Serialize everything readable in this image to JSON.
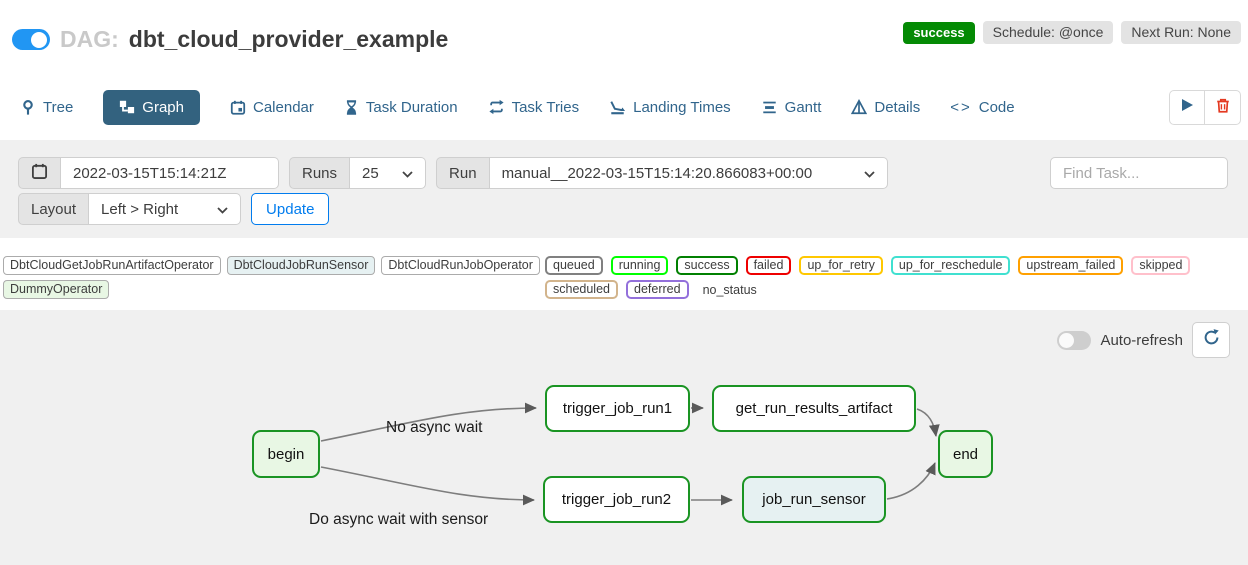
{
  "header": {
    "dag_prefix": "DAG:",
    "dag_id": "dbt_cloud_provider_example",
    "toggle_on": true,
    "badges": {
      "status": "success",
      "schedule": "Schedule: @once",
      "next_run": "Next Run: None"
    },
    "colors": {
      "status_badge": "#048a04",
      "toggle": "#2196f3"
    }
  },
  "tabs": [
    {
      "label": "Tree",
      "icon": "tree-icon",
      "active": false
    },
    {
      "label": "Graph",
      "icon": "graph-icon",
      "active": true
    },
    {
      "label": "Calendar",
      "icon": "calendar-icon",
      "active": false
    },
    {
      "label": "Task Duration",
      "icon": "hourglass-icon",
      "active": false
    },
    {
      "label": "Task Tries",
      "icon": "repeat-icon",
      "active": false
    },
    {
      "label": "Landing Times",
      "icon": "landing-icon",
      "active": false
    },
    {
      "label": "Gantt",
      "icon": "gantt-icon",
      "active": false
    },
    {
      "label": "Details",
      "icon": "details-icon",
      "active": false
    },
    {
      "label": "Code",
      "icon": "code-icon",
      "active": false
    }
  ],
  "filters": {
    "base_date_value": "2022-03-15T15:14:21Z",
    "runs_label": "Runs",
    "runs_value": "25",
    "run_label": "Run",
    "run_value": "manual__2022-03-15T15:14:20.866083+00:00",
    "find_task_placeholder": "Find Task...",
    "layout_label": "Layout",
    "layout_value": "Left > Right",
    "update_button": "Update",
    "accent": "#017cee"
  },
  "legend": {
    "operators": [
      {
        "label": "DbtCloudGetJobRunArtifactOperator",
        "fill": "#ffffff"
      },
      {
        "label": "DbtCloudJobRunSensor",
        "fill": "#e6f1f2"
      },
      {
        "label": "DbtCloudRunJobOperator",
        "fill": "#ffffff"
      },
      {
        "label": "DummyOperator",
        "fill": "#e8f7e4"
      }
    ],
    "statuses": [
      {
        "label": "queued",
        "color": "#808080"
      },
      {
        "label": "running",
        "color": "#00ff00"
      },
      {
        "label": "success",
        "color": "#018101"
      },
      {
        "label": "failed",
        "color": "#ee0000"
      },
      {
        "label": "up_for_retry",
        "color": "#ffc800"
      },
      {
        "label": "up_for_reschedule",
        "color": "#40e0d0"
      },
      {
        "label": "upstream_failed",
        "color": "#ffa000"
      },
      {
        "label": "skipped",
        "color": "#ffc0cb"
      },
      {
        "label": "scheduled",
        "color": "#d2b48c"
      },
      {
        "label": "deferred",
        "color": "#9370db"
      },
      {
        "label": "no_status",
        "color": "transparent"
      }
    ]
  },
  "graph": {
    "auto_refresh_label": "Auto-refresh",
    "auto_refresh_on": false,
    "node_border": "#1a9423",
    "nodes": [
      {
        "id": "begin",
        "label": "begin",
        "fill": "#e8f7e4"
      },
      {
        "id": "trigger_job_run1",
        "label": "trigger_job_run1",
        "fill": "#ffffff"
      },
      {
        "id": "get_run_results_artifact",
        "label": "get_run_results_artifact",
        "fill": "#ffffff"
      },
      {
        "id": "end",
        "label": "end",
        "fill": "#e8f7e4"
      },
      {
        "id": "trigger_job_run2",
        "label": "trigger_job_run2",
        "fill": "#ffffff"
      },
      {
        "id": "job_run_sensor",
        "label": "job_run_sensor",
        "fill": "#e6f1f2"
      }
    ],
    "edge_labels": [
      "No async wait",
      "Do async wait with sensor"
    ]
  }
}
